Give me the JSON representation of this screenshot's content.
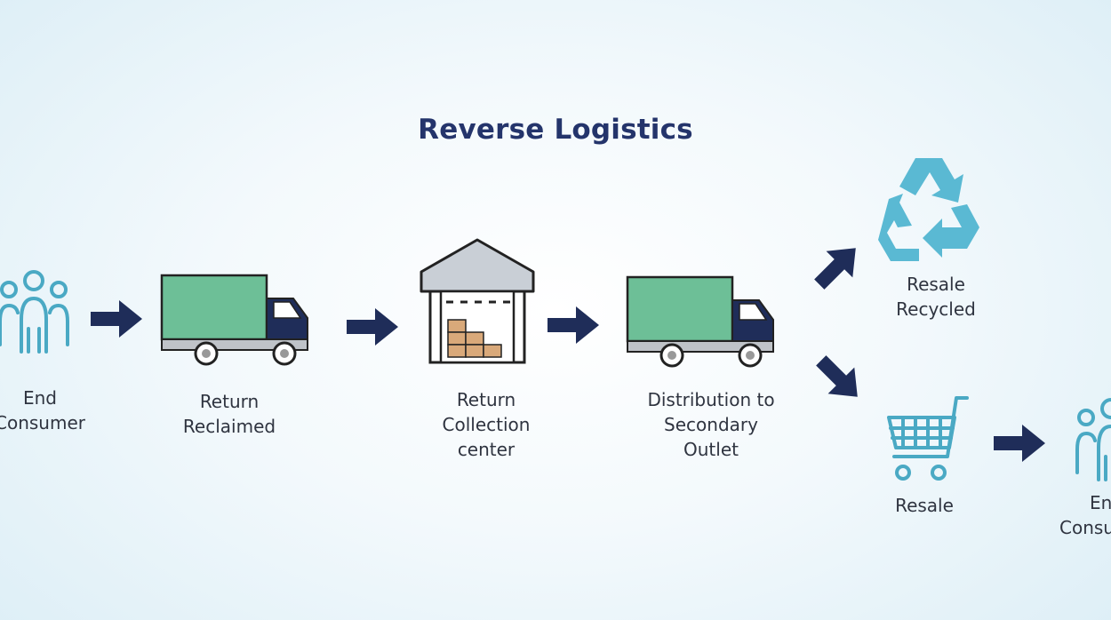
{
  "title": "Reverse Logistics",
  "colors": {
    "title": "#24346b",
    "arrow": "#1f2d59",
    "truck_box": "#6dbf97",
    "truck_cab": "#1f2d59",
    "people": "#4aa9c4",
    "recycle": "#5ab9d3",
    "cart": "#4aa9c4",
    "warehouse_roof": "#c9cfd6",
    "boxes": "#d9a97a"
  },
  "nodes": [
    {
      "id": "end-consumer-1",
      "icon": "people-icon",
      "label_lines": [
        "End",
        "Consumer"
      ]
    },
    {
      "id": "return-reclaimed",
      "icon": "truck-icon",
      "label_lines": [
        "Return",
        "Reclaimed"
      ]
    },
    {
      "id": "return-collection-center",
      "icon": "warehouse-icon",
      "label_lines": [
        "Return",
        "Collection",
        "center"
      ]
    },
    {
      "id": "distribution-secondary-outlet",
      "icon": "truck-icon",
      "label_lines": [
        "Distribution to",
        "Secondary",
        "Outlet"
      ]
    },
    {
      "id": "resale-recycled",
      "icon": "recycle-icon",
      "label_lines": [
        "Resale",
        "Recycled"
      ]
    },
    {
      "id": "resale",
      "icon": "shopping-cart-icon",
      "label_lines": [
        "Resale"
      ]
    },
    {
      "id": "end-consumer-2",
      "icon": "people-icon",
      "label_lines": [
        "End",
        "Consumer"
      ]
    }
  ]
}
